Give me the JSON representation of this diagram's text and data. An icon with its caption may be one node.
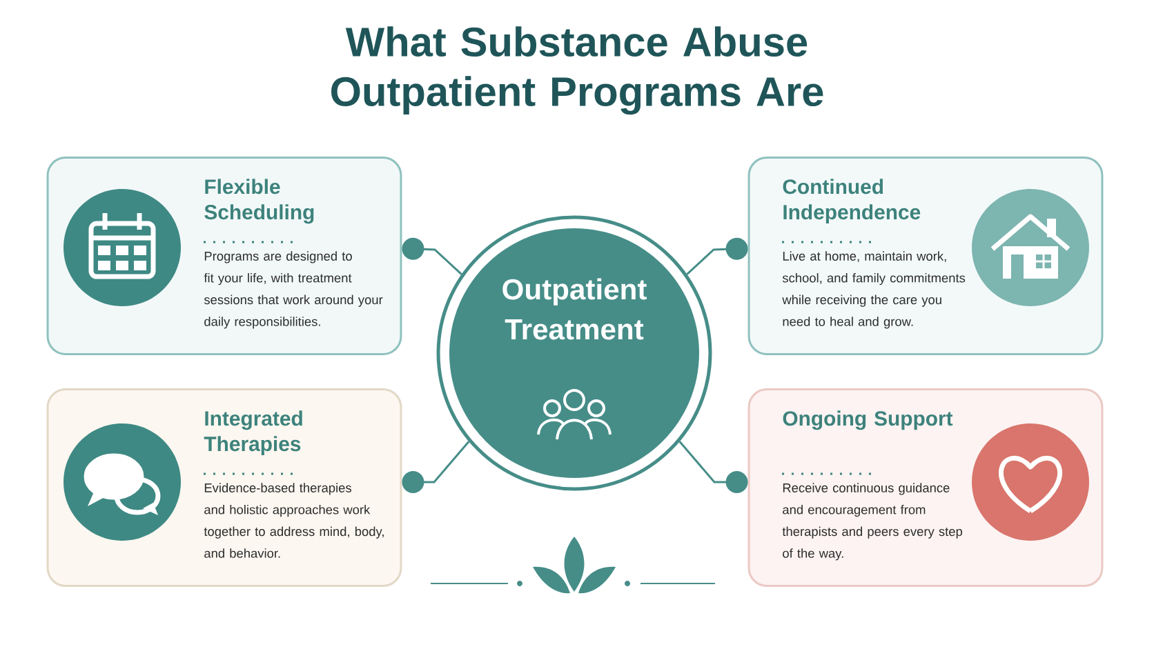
{
  "diagram": {
    "title": "What Substance Abuse Outpatient Programs Are",
    "nodes": [
      {
        "text": [
          "Outpatient Treatment"
        ]
      },
      {
        "text": [
          "Flexible Scheduling",
          "Programs are designed to fit your life, with treatment sessions that work around your daily responsibilities."
        ]
      },
      {
        "text": [
          "Continued Independence",
          "Live at home, maintain work, school, and family commitments while receiving the care you need to heal and grow."
        ]
      },
      {
        "text": [
          "Integrated Therapies",
          "Evidence-based therapies and holistic approaches work together to address mind, body, and behavior."
        ]
      },
      {
        "text": [
          "Ongoing Support",
          "Receive continuous guidance and encouragement from therapists and peers every step of the way."
        ]
      }
    ],
    "edges": [
      {
        "from": 0,
        "to": 1,
        "arrow": "other"
      },
      {
        "from": 0,
        "to": 2,
        "arrow": "other"
      },
      {
        "from": 0,
        "to": 3,
        "arrow": "other"
      },
      {
        "from": 0,
        "to": 4,
        "arrow": "other"
      }
    ]
  }
}
